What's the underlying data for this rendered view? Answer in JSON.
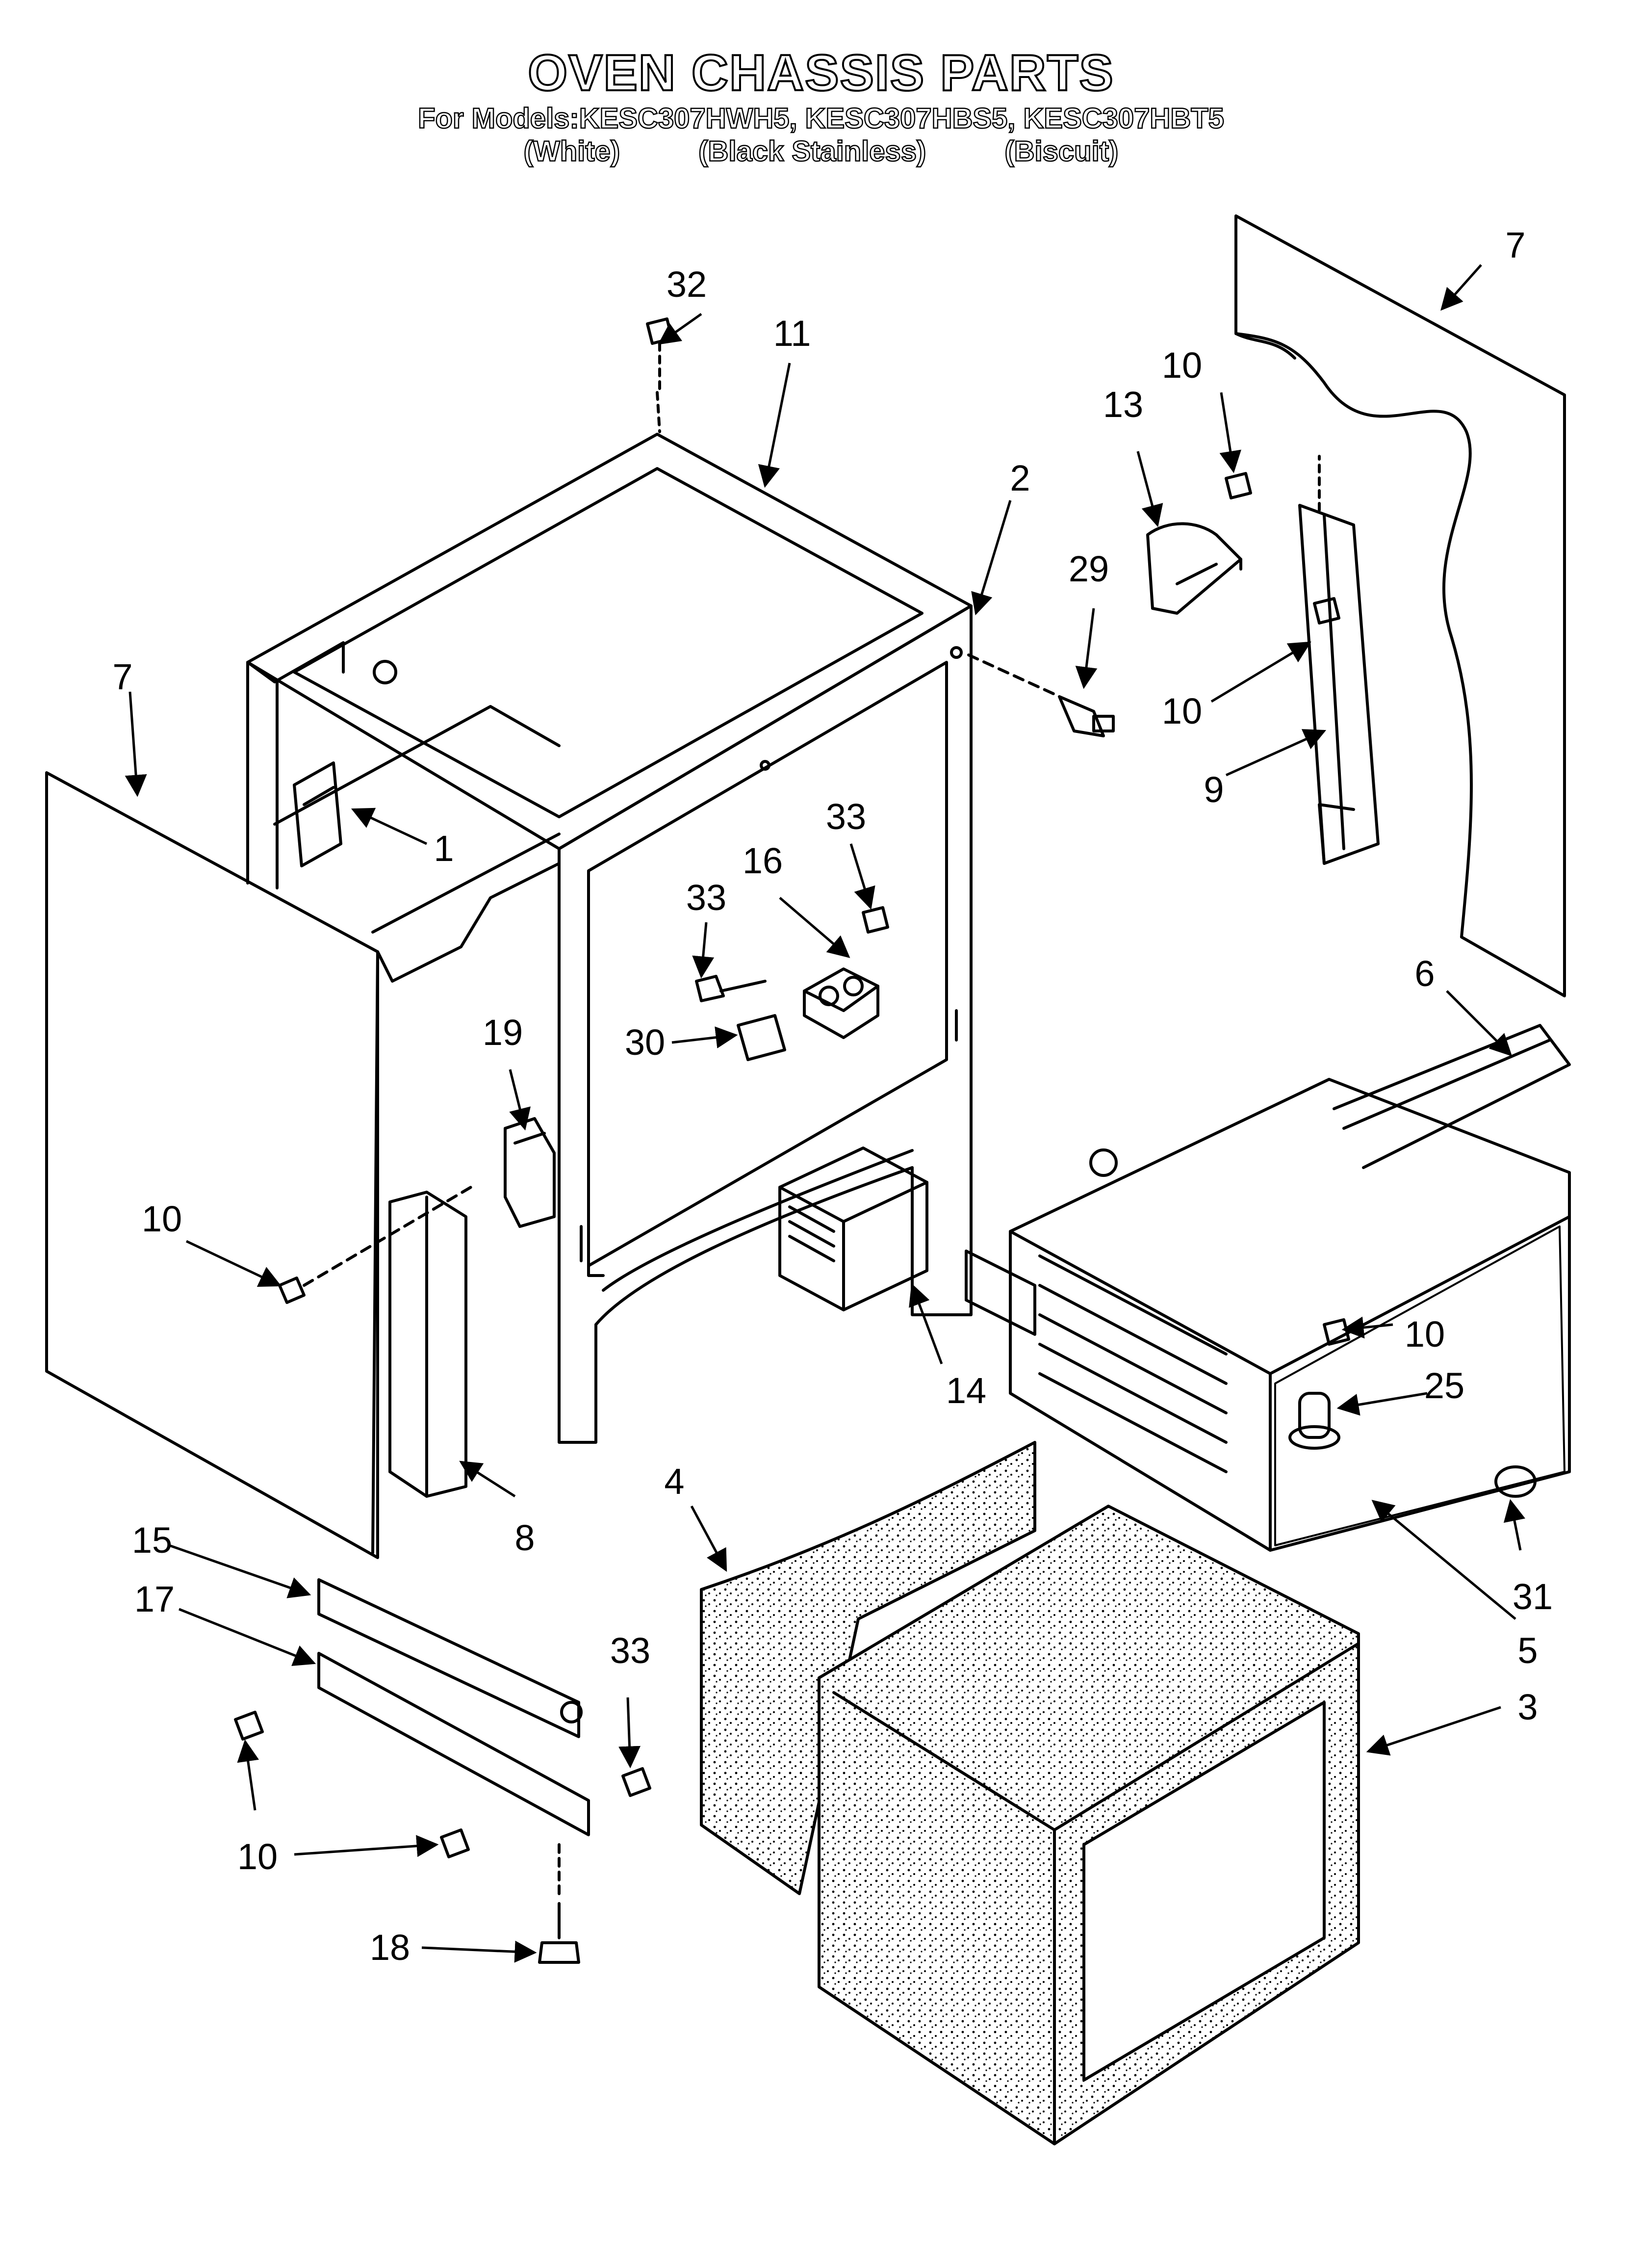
{
  "header": {
    "title": "OVEN CHASSIS PARTS",
    "models_line": "For Models:KESC307HWH5, KESC307HBS5, KESC307HBT5",
    "colors": [
      "(White)",
      "(Black Stainless)",
      "(Biscuit)"
    ]
  },
  "callouts": [
    {
      "id": "c32",
      "label": "32"
    },
    {
      "id": "c11",
      "label": "11"
    },
    {
      "id": "c7a",
      "label": "7"
    },
    {
      "id": "c10a",
      "label": "10"
    },
    {
      "id": "c13",
      "label": "13"
    },
    {
      "id": "c2",
      "label": "2"
    },
    {
      "id": "c29",
      "label": "29"
    },
    {
      "id": "c10b",
      "label": "10"
    },
    {
      "id": "c9",
      "label": "9"
    },
    {
      "id": "c7b",
      "label": "7"
    },
    {
      "id": "c1",
      "label": "1"
    },
    {
      "id": "c33a",
      "label": "33"
    },
    {
      "id": "c16",
      "label": "16"
    },
    {
      "id": "c33b",
      "label": "33"
    },
    {
      "id": "c30",
      "label": "30"
    },
    {
      "id": "c19",
      "label": "19"
    },
    {
      "id": "c6",
      "label": "6"
    },
    {
      "id": "c10c",
      "label": "10"
    },
    {
      "id": "c14",
      "label": "14"
    },
    {
      "id": "c10d",
      "label": "10"
    },
    {
      "id": "c25",
      "label": "25"
    },
    {
      "id": "c8",
      "label": "8"
    },
    {
      "id": "c4",
      "label": "4"
    },
    {
      "id": "c15",
      "label": "15"
    },
    {
      "id": "c17",
      "label": "17"
    },
    {
      "id": "c33c",
      "label": "33"
    },
    {
      "id": "c31",
      "label": "31"
    },
    {
      "id": "c5",
      "label": "5"
    },
    {
      "id": "c3",
      "label": "3"
    },
    {
      "id": "c10e",
      "label": "10"
    },
    {
      "id": "c18",
      "label": "18"
    }
  ]
}
